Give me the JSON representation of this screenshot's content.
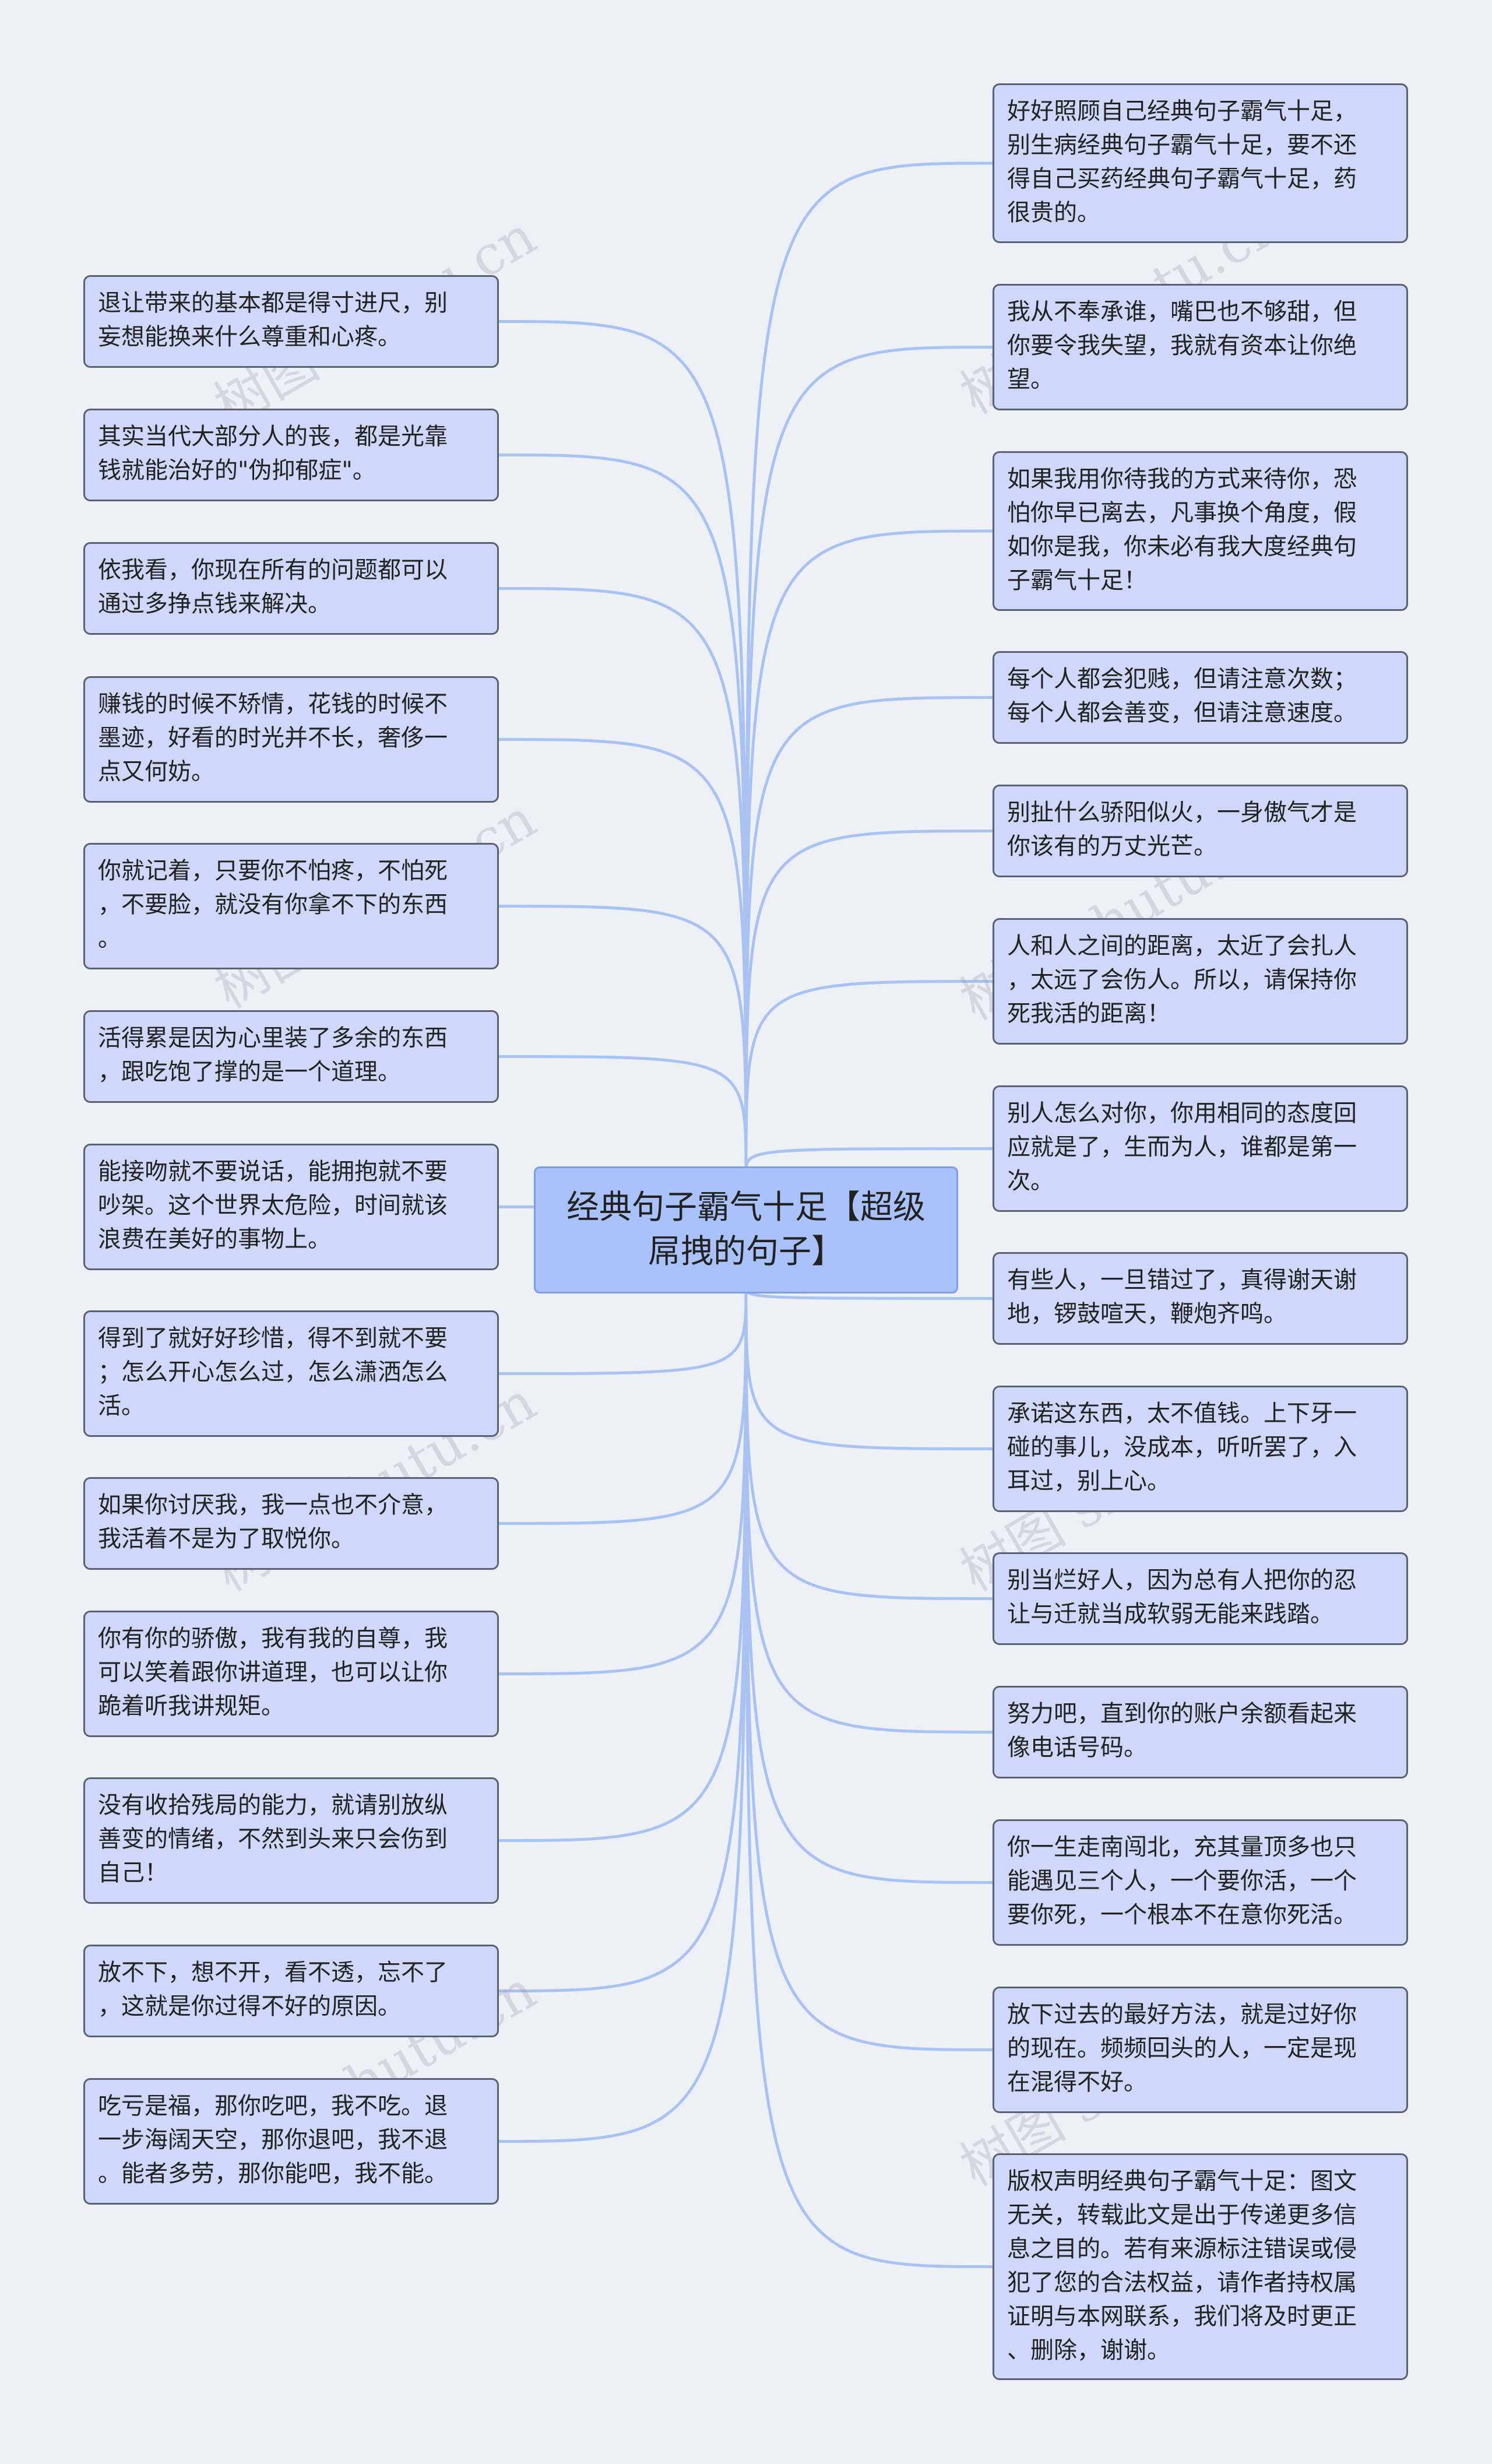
{
  "watermark": "树图 shutu.cn",
  "colors": {
    "background": "#eef0f8",
    "node_fill": "#cfd8fb",
    "node_border": "#5b6170",
    "center_fill": "#a9c2fb",
    "link": "#aac2f2"
  },
  "center": {
    "text": "经典句子霸气十足【超级\n屌拽的句子】"
  },
  "left_nodes": [
    {
      "text": "退让带来的基本都是得寸进尺，别\n妄想能换来什么尊重和心疼。"
    },
    {
      "text": "其实当代大部分人的丧，都是光靠\n钱就能治好的\"伪抑郁症\"。"
    },
    {
      "text": "依我看，你现在所有的问题都可以\n通过多挣点钱来解决。"
    },
    {
      "text": "赚钱的时候不矫情，花钱的时候不\n墨迹，好看的时光并不长，奢侈一\n点又何妨。"
    },
    {
      "text": "你就记着，只要你不怕疼，不怕死\n，不要脸，就没有你拿不下的东西\n。"
    },
    {
      "text": "活得累是因为心里装了多余的东西\n，跟吃饱了撑的是一个道理。"
    },
    {
      "text": "能接吻就不要说话，能拥抱就不要\n吵架。这个世界太危险，时间就该\n浪费在美好的事物上。"
    },
    {
      "text": "得到了就好好珍惜，得不到就不要\n；怎么开心怎么过，怎么潇洒怎么\n活。"
    },
    {
      "text": "如果你讨厌我，我一点也不介意，\n我活着不是为了取悦你。"
    },
    {
      "text": "你有你的骄傲，我有我的自尊，我\n可以笑着跟你讲道理，也可以让你\n跪着听我讲规矩。"
    },
    {
      "text": "没有收拾残局的能力，就请别放纵\n善变的情绪，不然到头来只会伤到\n自己！"
    },
    {
      "text": "放不下，想不开，看不透，忘不了\n，这就是你过得不好的原因。"
    },
    {
      "text": "吃亏是福，那你吃吧，我不吃。退\n一步海阔天空，那你退吧，我不退\n。能者多劳，那你能吧，我不能。"
    }
  ],
  "right_nodes": [
    {
      "text": "好好照顾自己经典句子霸气十足，\n别生病经典句子霸气十足，要不还\n得自己买药经典句子霸气十足，药\n很贵的。"
    },
    {
      "text": "我从不奉承谁，嘴巴也不够甜，但\n你要令我失望，我就有资本让你绝\n望。"
    },
    {
      "text": "如果我用你待我的方式来待你，恐\n怕你早已离去，凡事换个角度，假\n如你是我，你未必有我大度经典句\n子霸气十足！"
    },
    {
      "text": "每个人都会犯贱，但请注意次数；\n每个人都会善变，但请注意速度。"
    },
    {
      "text": "别扯什么骄阳似火，一身傲气才是\n你该有的万丈光芒。"
    },
    {
      "text": "人和人之间的距离，太近了会扎人\n，太远了会伤人。所以，请保持你\n死我活的距离！"
    },
    {
      "text": "别人怎么对你，你用相同的态度回\n应就是了，生而为人，谁都是第一\n次。"
    },
    {
      "text": "有些人，一旦错过了，真得谢天谢\n地，锣鼓喧天，鞭炮齐鸣。"
    },
    {
      "text": "承诺这东西，太不值钱。上下牙一\n碰的事儿，没成本，听听罢了，入\n耳过，别上心。"
    },
    {
      "text": "别当烂好人，因为总有人把你的忍\n让与迁就当成软弱无能来践踏。"
    },
    {
      "text": "努力吧，直到你的账户余额看起来\n像电话号码。"
    },
    {
      "text": "你一生走南闯北，充其量顶多也只\n能遇见三个人，一个要你活，一个\n要你死，一个根本不在意你死活。"
    },
    {
      "text": "放下过去的最好方法，就是过好你\n的现在。频频回头的人，一定是现\n在混得不好。"
    },
    {
      "text": "版权声明经典句子霸气十足：图文\n无关，转载此文是出于传递更多信\n息之目的。若有来源标注错误或侵\n犯了您的合法权益，请作者持权属\n证明与本网联系，我们将及时更正\n、删除，谢谢。"
    }
  ]
}
